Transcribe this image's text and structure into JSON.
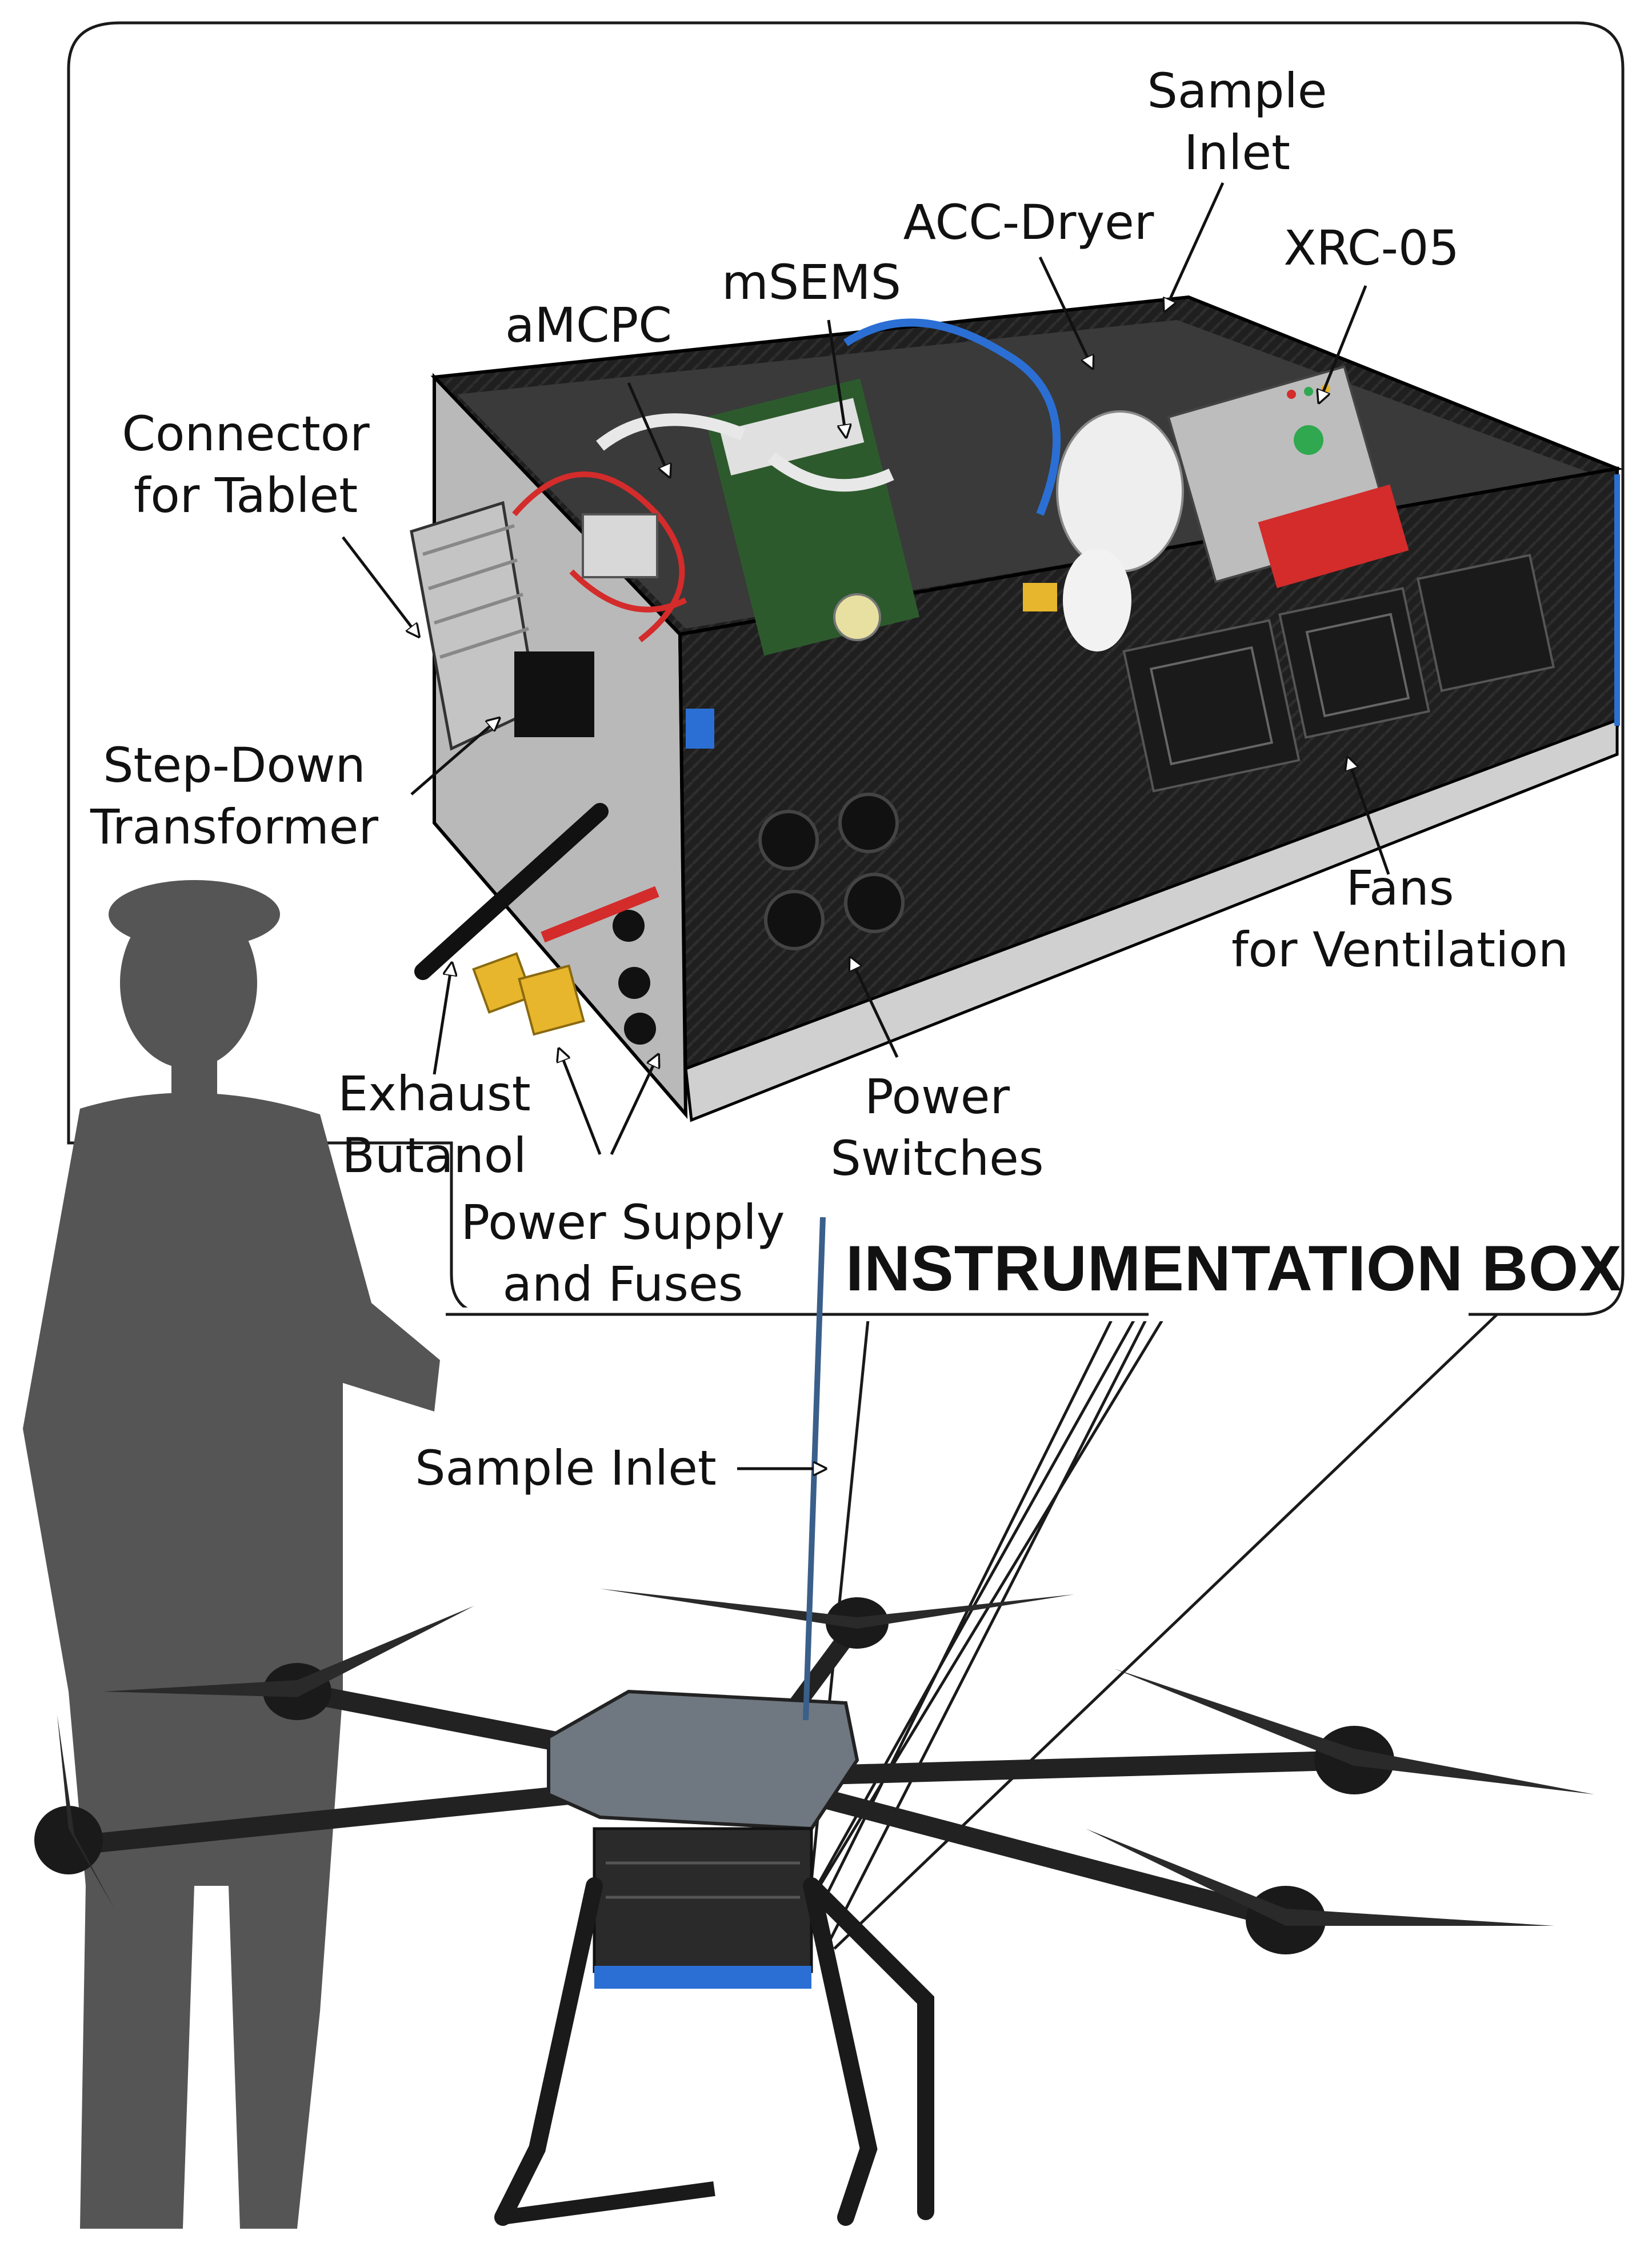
{
  "callout": {
    "title": "INSTRUMENTATION BOX"
  },
  "labels": {
    "sample_inlet_top": [
      "Sample",
      "Inlet"
    ],
    "xrc05": "XRC-05",
    "acc_dryer": "ACC-Dryer",
    "msems": "mSEMS",
    "amcpc": "aMCPC",
    "connector": [
      "Connector",
      "for Tablet"
    ],
    "step_down": [
      "Step-Down",
      "Transformer"
    ],
    "fans": [
      "Fans",
      "for Ventilation"
    ],
    "exhaust": [
      "Exhaust",
      "Butanol"
    ],
    "power_switches": [
      "Power",
      "Switches"
    ],
    "power_supply": [
      "Power Supply",
      "and Fuses"
    ],
    "sample_inlet_drone": "Sample Inlet"
  },
  "colors": {
    "background": "#ffffff",
    "outline": "#1a1a1a",
    "silhouette": "#555555",
    "carbon": "#202020",
    "aluminium": "#b9b9b9",
    "drone_body": "#6f7780",
    "accent_red": "#d42b2b",
    "accent_blue": "#2b6fd4",
    "accent_yellow": "#e8b62c",
    "accent_green": "#2fa84f"
  }
}
